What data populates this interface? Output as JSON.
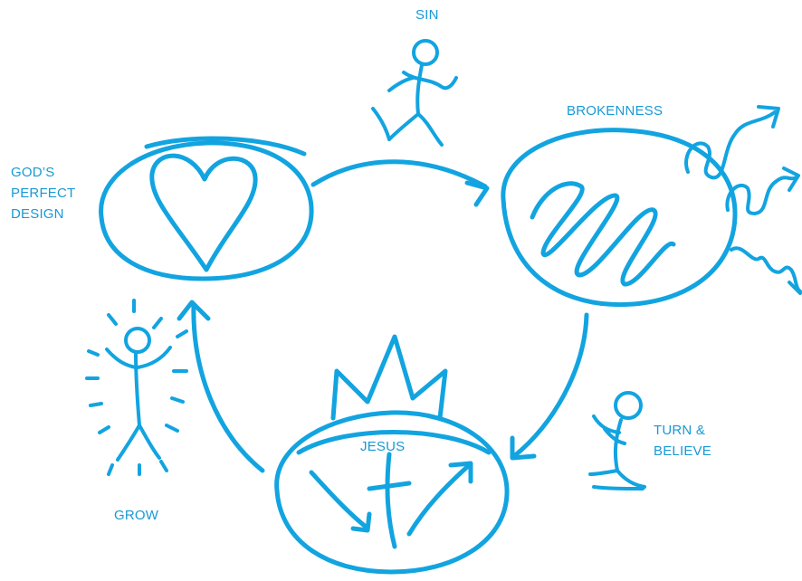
{
  "diagram": {
    "accent_color": "#12a4e0",
    "labels": {
      "sin": "SIN",
      "brokenness": "BROKENNESS",
      "gods_perfect_design": "GOD’S\nPERFECT\nDESIGN",
      "jesus": "JESUS",
      "turn_believe": "TURN &\nBELIEVE",
      "grow": "GROW"
    },
    "icons": {
      "design": "heart-icon",
      "brokenness": "scribble-icon",
      "jesus": "cross-with-arrows-icon",
      "crown": "crown-icon",
      "sin": "running-figure-icon",
      "turn_believe": "kneeling-figure-icon",
      "grow": "radiant-figure-icon"
    }
  }
}
